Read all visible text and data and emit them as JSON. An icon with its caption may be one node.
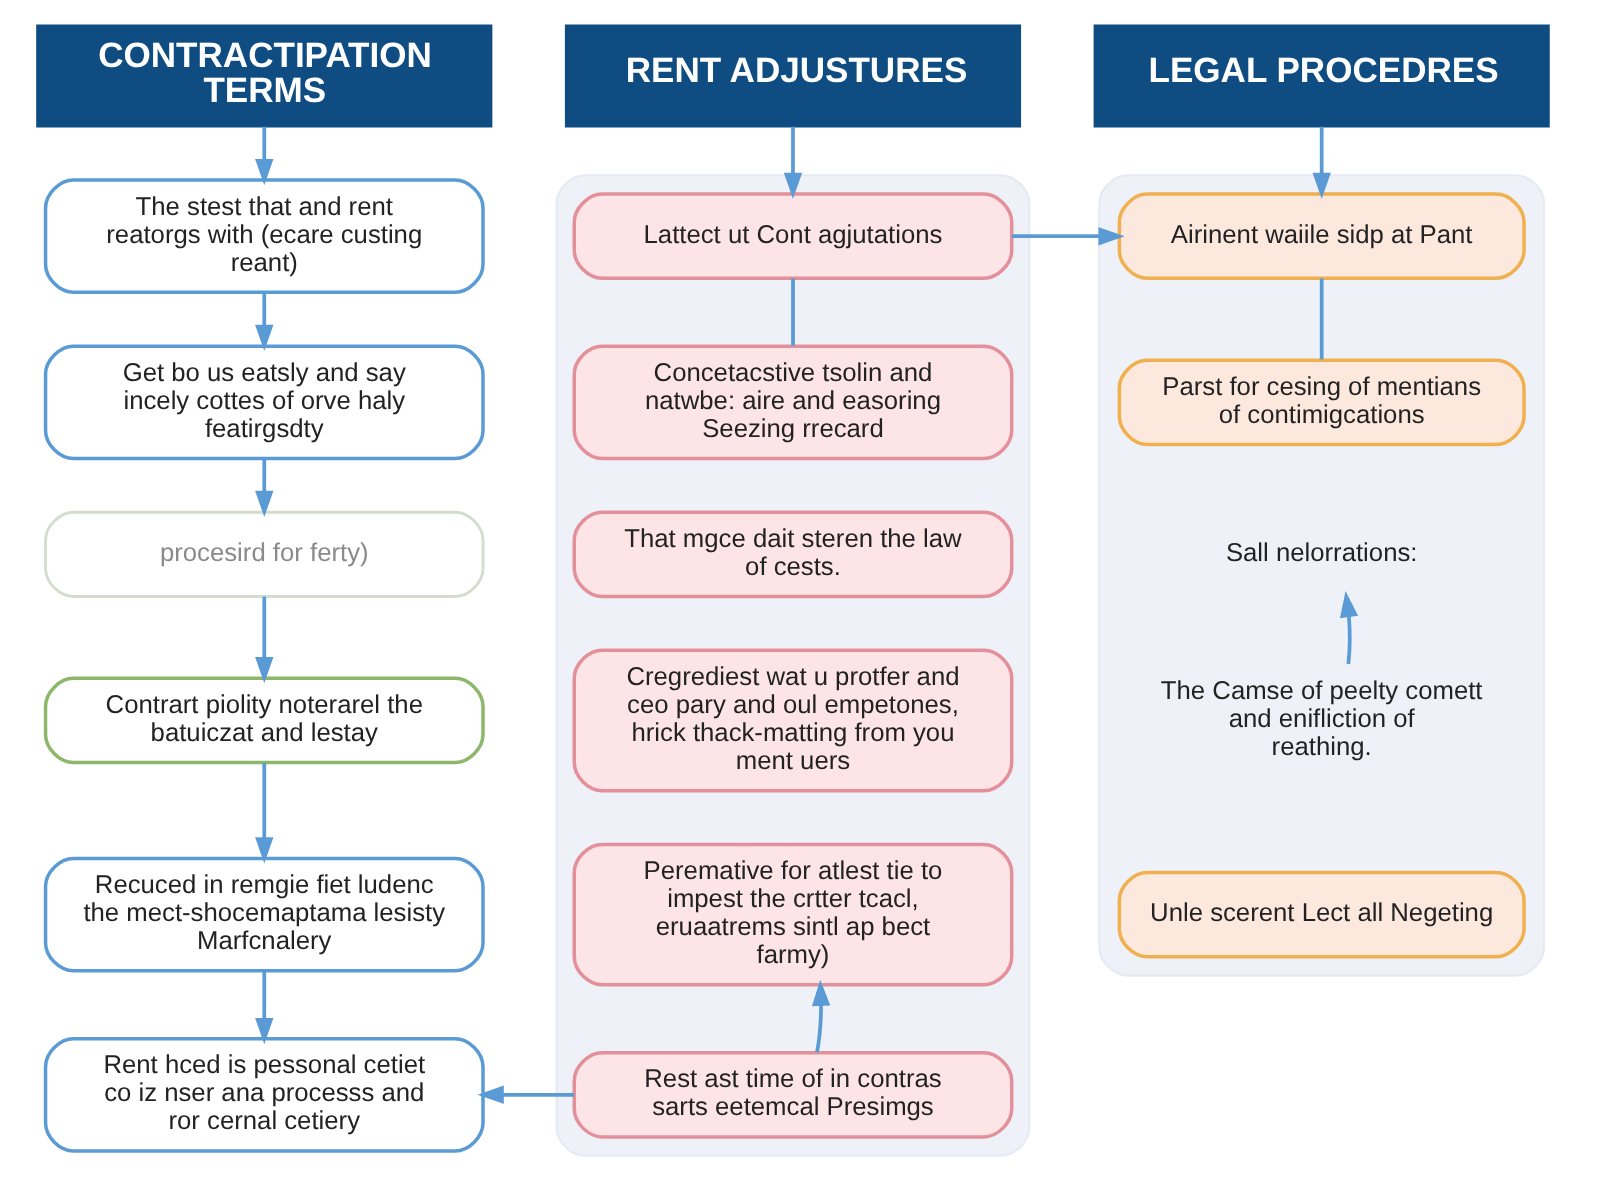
{
  "diagram": {
    "nodes": [
      {
        "text": [
          "CONTRACTIPATION TERMS"
        ]
      },
      {
        "text": [
          "The stest that and rent reatorgs with (ecare custing reant)"
        ]
      },
      {
        "text": [
          "Get bo us eatsly and say incely cottes of orve haly featirgsdty"
        ]
      },
      {
        "text": [
          "procesird for ferty)"
        ]
      },
      {
        "text": [
          "Contrart piolity noterarel the batuiczat and lestay"
        ]
      },
      {
        "text": [
          "Recuced in remgie fiet ludenc the mect-shocemaptama lesisty Marfcnalery"
        ]
      },
      {
        "text": [
          "Rent hced is pessonal cetiet co iz nser ana processs and ror cernal cetiery"
        ]
      },
      {
        "text": [
          "RENT ADJUSTURES"
        ]
      },
      {
        "text": [],
        "shape": "box"
      },
      {
        "text": [
          "Lattect ut Cont agjutations"
        ],
        "in": 8
      },
      {
        "text": [
          "Concetacstive tsolin and natwbe: aire and easoring Seezing rrecard"
        ],
        "in": 8
      },
      {
        "text": [
          "That mgce dait steren the law of cests."
        ],
        "in": 8
      },
      {
        "text": [
          "Cregrediest wat u protfer and ceo pary and oul empetones, hrick thack-matting from you ment uers"
        ],
        "in": 8
      },
      {
        "text": [
          "Peremative for atlest tie to impest the crtter tcacl, eruaatrems sintl ap bect farmy)"
        ],
        "in": 8
      },
      {
        "text": [
          "Rest ast time of in contras sarts eetemcal Presimgs"
        ],
        "in": 8
      },
      {
        "text": [
          "LEGAL PROCEDRES"
        ]
      },
      {
        "text": [],
        "shape": "box"
      },
      {
        "text": [
          "Airinent waiile sidp at Pant"
        ],
        "in": 16
      },
      {
        "text": [
          "Parst for cesing of mentians of contimigcations"
        ],
        "in": 16
      },
      {
        "text": [
          "Sall nelorrations:"
        ],
        "in": 16
      },
      {
        "text": [
          "The Camse of peelty comett and enifliction of reathing."
        ],
        "in": 16
      },
      {
        "text": [
          "Unle scerent Lect all Negeting"
        ],
        "in": 16
      }
    ],
    "edges": [
      {
        "from": 0,
        "to": 1,
        "arrow": "to"
      },
      {
        "from": 1,
        "to": 2,
        "arrow": "to"
      },
      {
        "from": 2,
        "to": 3,
        "arrow": "to"
      },
      {
        "from": 3,
        "to": 4,
        "arrow": "to"
      },
      {
        "from": 4,
        "to": 5,
        "arrow": "to"
      },
      {
        "from": 5,
        "to": 6,
        "arrow": "to"
      },
      {
        "from": 7,
        "to": 9,
        "arrow": "to"
      },
      {
        "from": 9,
        "to": 10,
        "arrow": "none"
      },
      {
        "from": 9,
        "to": 17,
        "arrow": "to"
      },
      {
        "from": 14,
        "to": 13,
        "arrow": "to"
      },
      {
        "from": 14,
        "to": 6,
        "arrow": "to"
      },
      {
        "from": 15,
        "to": 17,
        "arrow": "to"
      },
      {
        "from": 17,
        "to": 18,
        "arrow": "none"
      },
      {
        "from": 20,
        "to": 19,
        "arrow": "to"
      }
    ]
  }
}
